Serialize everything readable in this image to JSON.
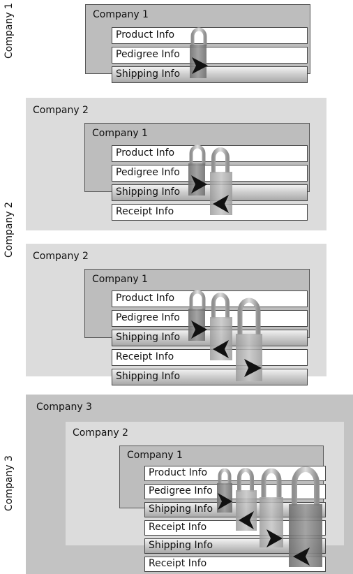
{
  "side_labels": [
    "Company 1",
    "Company 2",
    "Company 3"
  ],
  "panels": [
    {
      "title": "",
      "box_title": "Company 1",
      "fields": [
        "Product Info",
        "Pedigree Info",
        "Shipping Info"
      ]
    },
    {
      "title": "Company 2",
      "box_title": "Company 1",
      "fields": [
        "Product Info",
        "Pedigree Info",
        "Shipping Info",
        "Receipt Info"
      ]
    },
    {
      "title": "Company 2",
      "box_title": "Company 1",
      "fields": [
        "Product Info",
        "Pedigree Info",
        "Shipping Info",
        "Receipt Info",
        "Shipping Info"
      ]
    },
    {
      "title": "Company 3",
      "inner_title": "Company 2",
      "box_title": "Company 1",
      "fields": [
        "Product Info",
        "Pedigree Info",
        "Shipping Info",
        "Receipt Info",
        "Shipping Info",
        "Receipt Info"
      ]
    }
  ],
  "colors": {
    "company_box": "#bdbdbd",
    "company2_bg": "#dcdcdc",
    "company3_bg": "#c3c3c3",
    "field_bg": "#ffffff",
    "lock_light": "#bcbcbc",
    "lock_dark": "#8a8a8a",
    "arrow": "#111111"
  },
  "icons": [
    "padlock-icon",
    "arrow-right-icon",
    "arrow-left-icon"
  ]
}
